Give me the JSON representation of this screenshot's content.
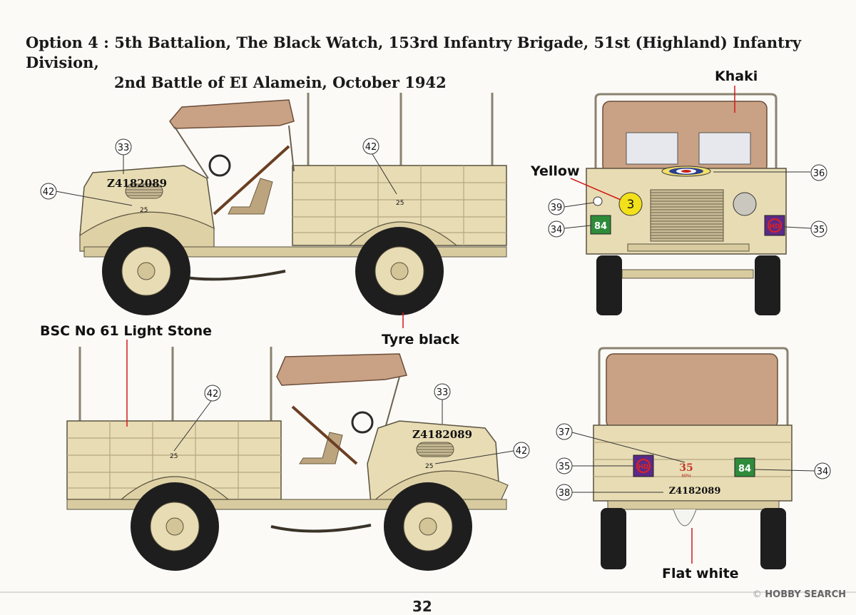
{
  "header": {
    "title_line1": "Option 4 : 5th Battalion, The Black Watch, 153rd Infantry Brigade, 51st (Highland) Infantry Division,",
    "title_line2": "2nd Battle of EI Alamein, October 1942"
  },
  "paint_labels": {
    "khaki": "Khaki",
    "yellow": "Yellow",
    "light_stone": "BSC No 61 Light Stone",
    "tyre_black": "Tyre black",
    "flat_white": "Flat white"
  },
  "markings": {
    "serial": "Z4182089",
    "axle_load": "25",
    "bridge_class": "3",
    "unit_code": "84",
    "division_sign": "HD",
    "speed_limit": "35",
    "speed_unit": "MPH"
  },
  "callouts": {
    "c33": "33",
    "c34": "34",
    "c35": "35",
    "c36": "36",
    "c37": "37",
    "c38": "38",
    "c39": "39",
    "c42": "42"
  },
  "colors": {
    "light_stone": "#e8dcb4",
    "khaki_canvas": "#c9a184",
    "tyre": "#1e1e1e",
    "callout_line": "#d11a1a",
    "unit_green": "#2e8b3a",
    "division_purple": "#5b2a86",
    "bridge_yellow": "#f2e11a"
  },
  "footer": {
    "page_number": "32",
    "watermark_brand": "HOBBY SEARCH",
    "watermark_symbol": "©"
  }
}
